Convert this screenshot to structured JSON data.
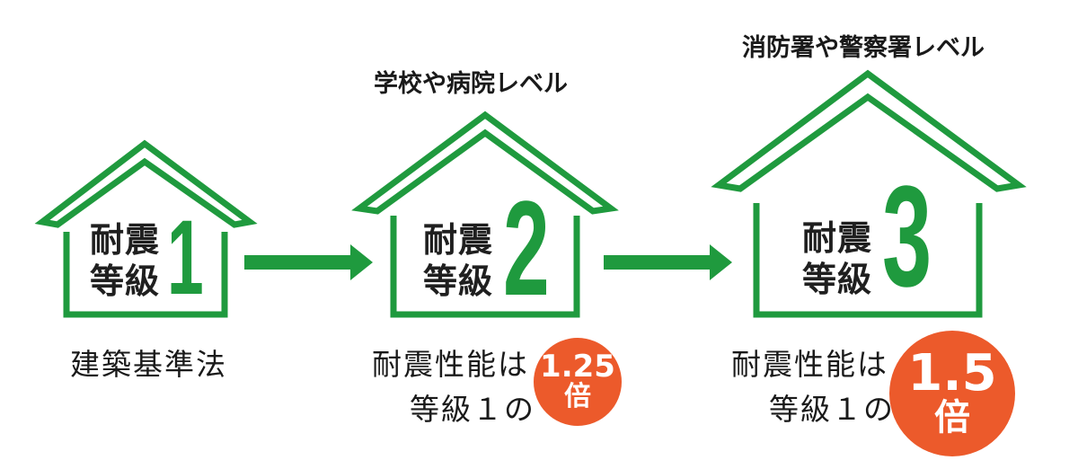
{
  "colors": {
    "house_green": "#1f9a3e",
    "badge_orange": "#ec5a2b",
    "text": "#1a1a1a"
  },
  "grades": [
    {
      "label_line1": "耐震",
      "label_line2": "等級",
      "number": "1",
      "level_text": "",
      "description": "建築基準法"
    },
    {
      "label_line1": "耐震",
      "label_line2": "等級",
      "number": "2",
      "level_text": "学校や病院レベル",
      "description_line1": "耐震性能は",
      "description_line2": "等級１の",
      "badge_value": "1.25",
      "badge_unit": "倍"
    },
    {
      "label_line1": "耐震",
      "label_line2": "等級",
      "number": "3",
      "level_text": "消防署や警察署レベル",
      "description_line1": "耐震性能は",
      "description_line2": "等級１の",
      "badge_value": "1.5",
      "badge_unit": "倍"
    }
  ]
}
